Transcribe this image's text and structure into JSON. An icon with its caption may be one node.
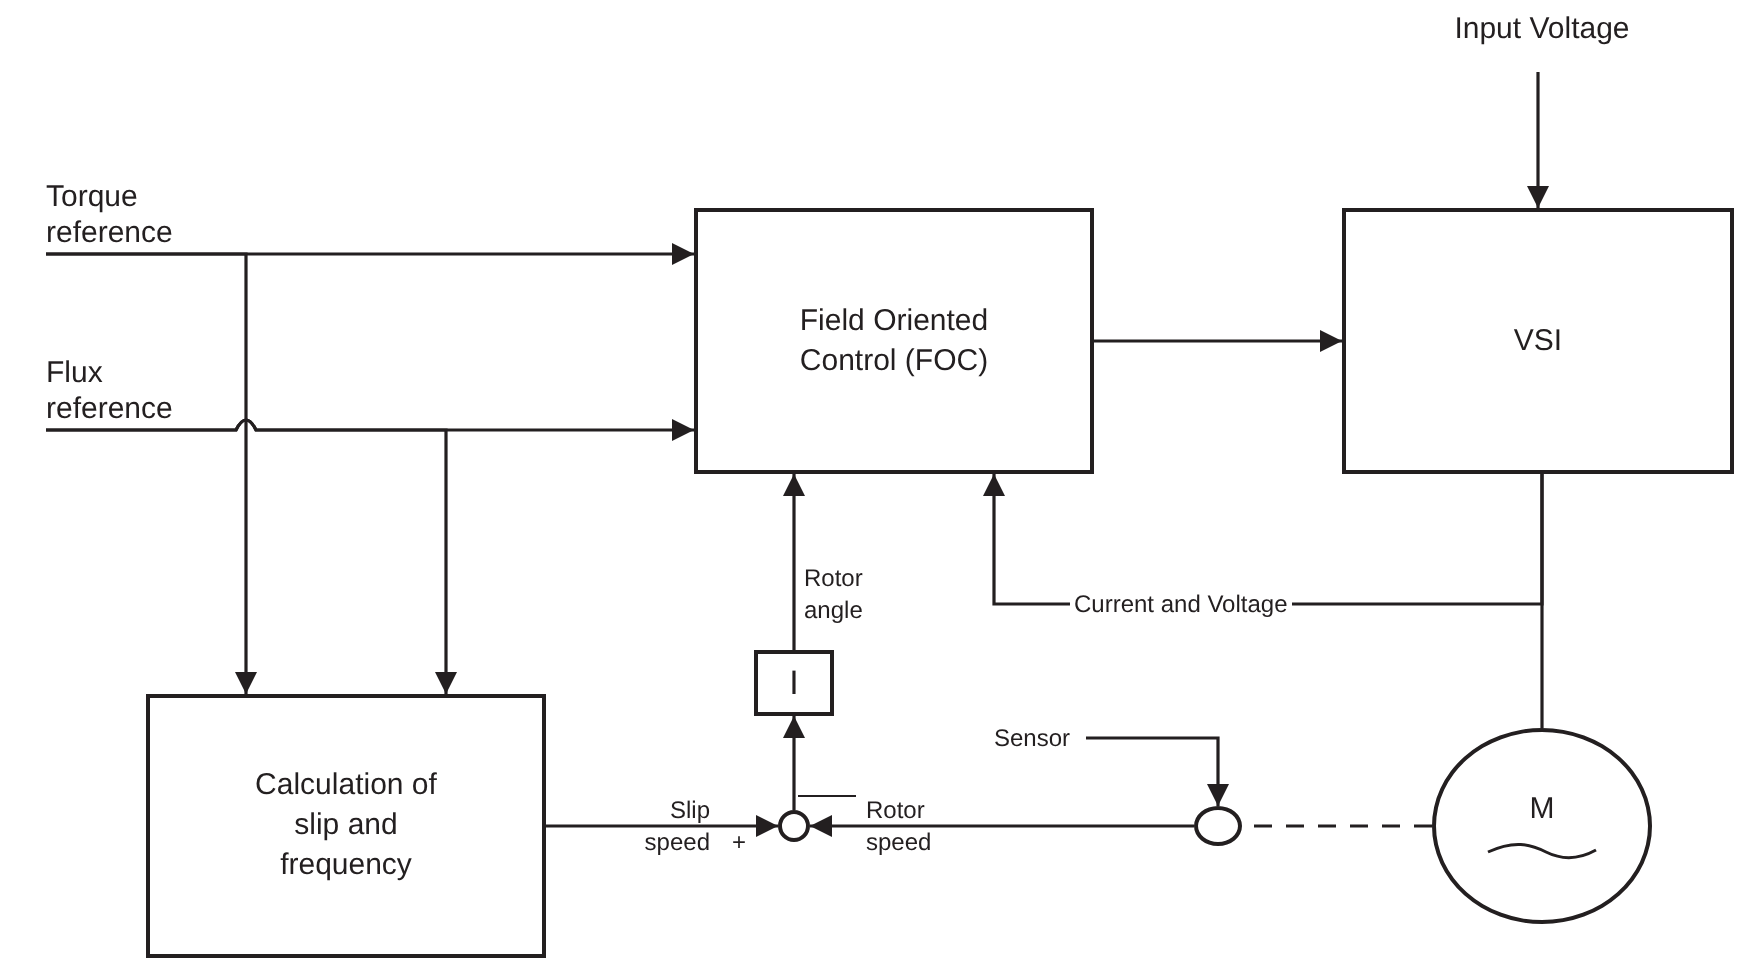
{
  "diagram": {
    "nodes": [
      {
        "text": [
          "Torque reference"
        ]
      },
      {
        "text": [
          "Flux reference"
        ]
      },
      {
        "text": [
          "Field Oriented Control (FOC)"
        ]
      },
      {
        "text": [
          "Input Voltage"
        ]
      },
      {
        "text": [
          "VSI"
        ]
      },
      {
        "text": [
          "I"
        ]
      },
      {
        "text": [
          "Calculation of slip and frequency"
        ]
      },
      {
        "text": [],
        "shape": "circle"
      },
      {
        "text": [],
        "shape": "circle"
      },
      {
        "text": [
          "M"
        ]
      },
      {
        "text": [
          "Sensor"
        ]
      }
    ],
    "edges": [
      {
        "from": 0,
        "to": 2,
        "arrow": "to"
      },
      {
        "from": 0,
        "to": 6,
        "arrow": "to"
      },
      {
        "from": 1,
        "to": 2,
        "arrow": "to"
      },
      {
        "from": 1,
        "to": 6,
        "arrow": "to"
      },
      {
        "from": 2,
        "to": 4,
        "arrow": "to"
      },
      {
        "from": 3,
        "to": 4,
        "arrow": "to"
      },
      {
        "from": 4,
        "to": 9,
        "arrow": "none"
      },
      {
        "from": 4,
        "to": 2,
        "arrow": "to",
        "label": "Current and Voltage"
      },
      {
        "from": 6,
        "to": 7,
        "arrow": "to",
        "label": "Slip speed"
      },
      {
        "from": 8,
        "to": 7,
        "arrow": "to",
        "label": "Rotor speed"
      },
      {
        "from": 7,
        "to": 5,
        "arrow": "to"
      },
      {
        "from": 5,
        "to": 2,
        "arrow": "to",
        "label": "Rotor angle"
      },
      {
        "from": 10,
        "to": 8,
        "arrow": "to"
      },
      {
        "from": 9,
        "to": 8,
        "arrow": "none",
        "style": "dashed"
      }
    ],
    "labels": [
      "+"
    ]
  }
}
